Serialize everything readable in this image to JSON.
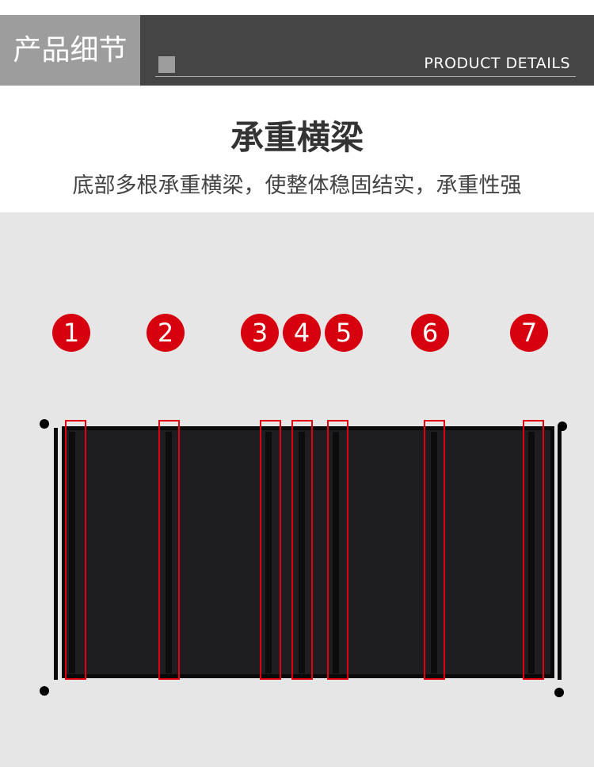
{
  "header": {
    "cn_label": "产品细节",
    "en_label": "PRODUCT DETAILS"
  },
  "section": {
    "title": "承重横梁",
    "subtitle": "底部多根承重横梁，使整体稳固结实，承重性强"
  },
  "markers": [
    "1",
    "2",
    "3",
    "4",
    "5",
    "6",
    "7"
  ],
  "colors": {
    "accent": "#d7000f",
    "header_dark": "#454545",
    "header_light": "#9d9d9d"
  }
}
